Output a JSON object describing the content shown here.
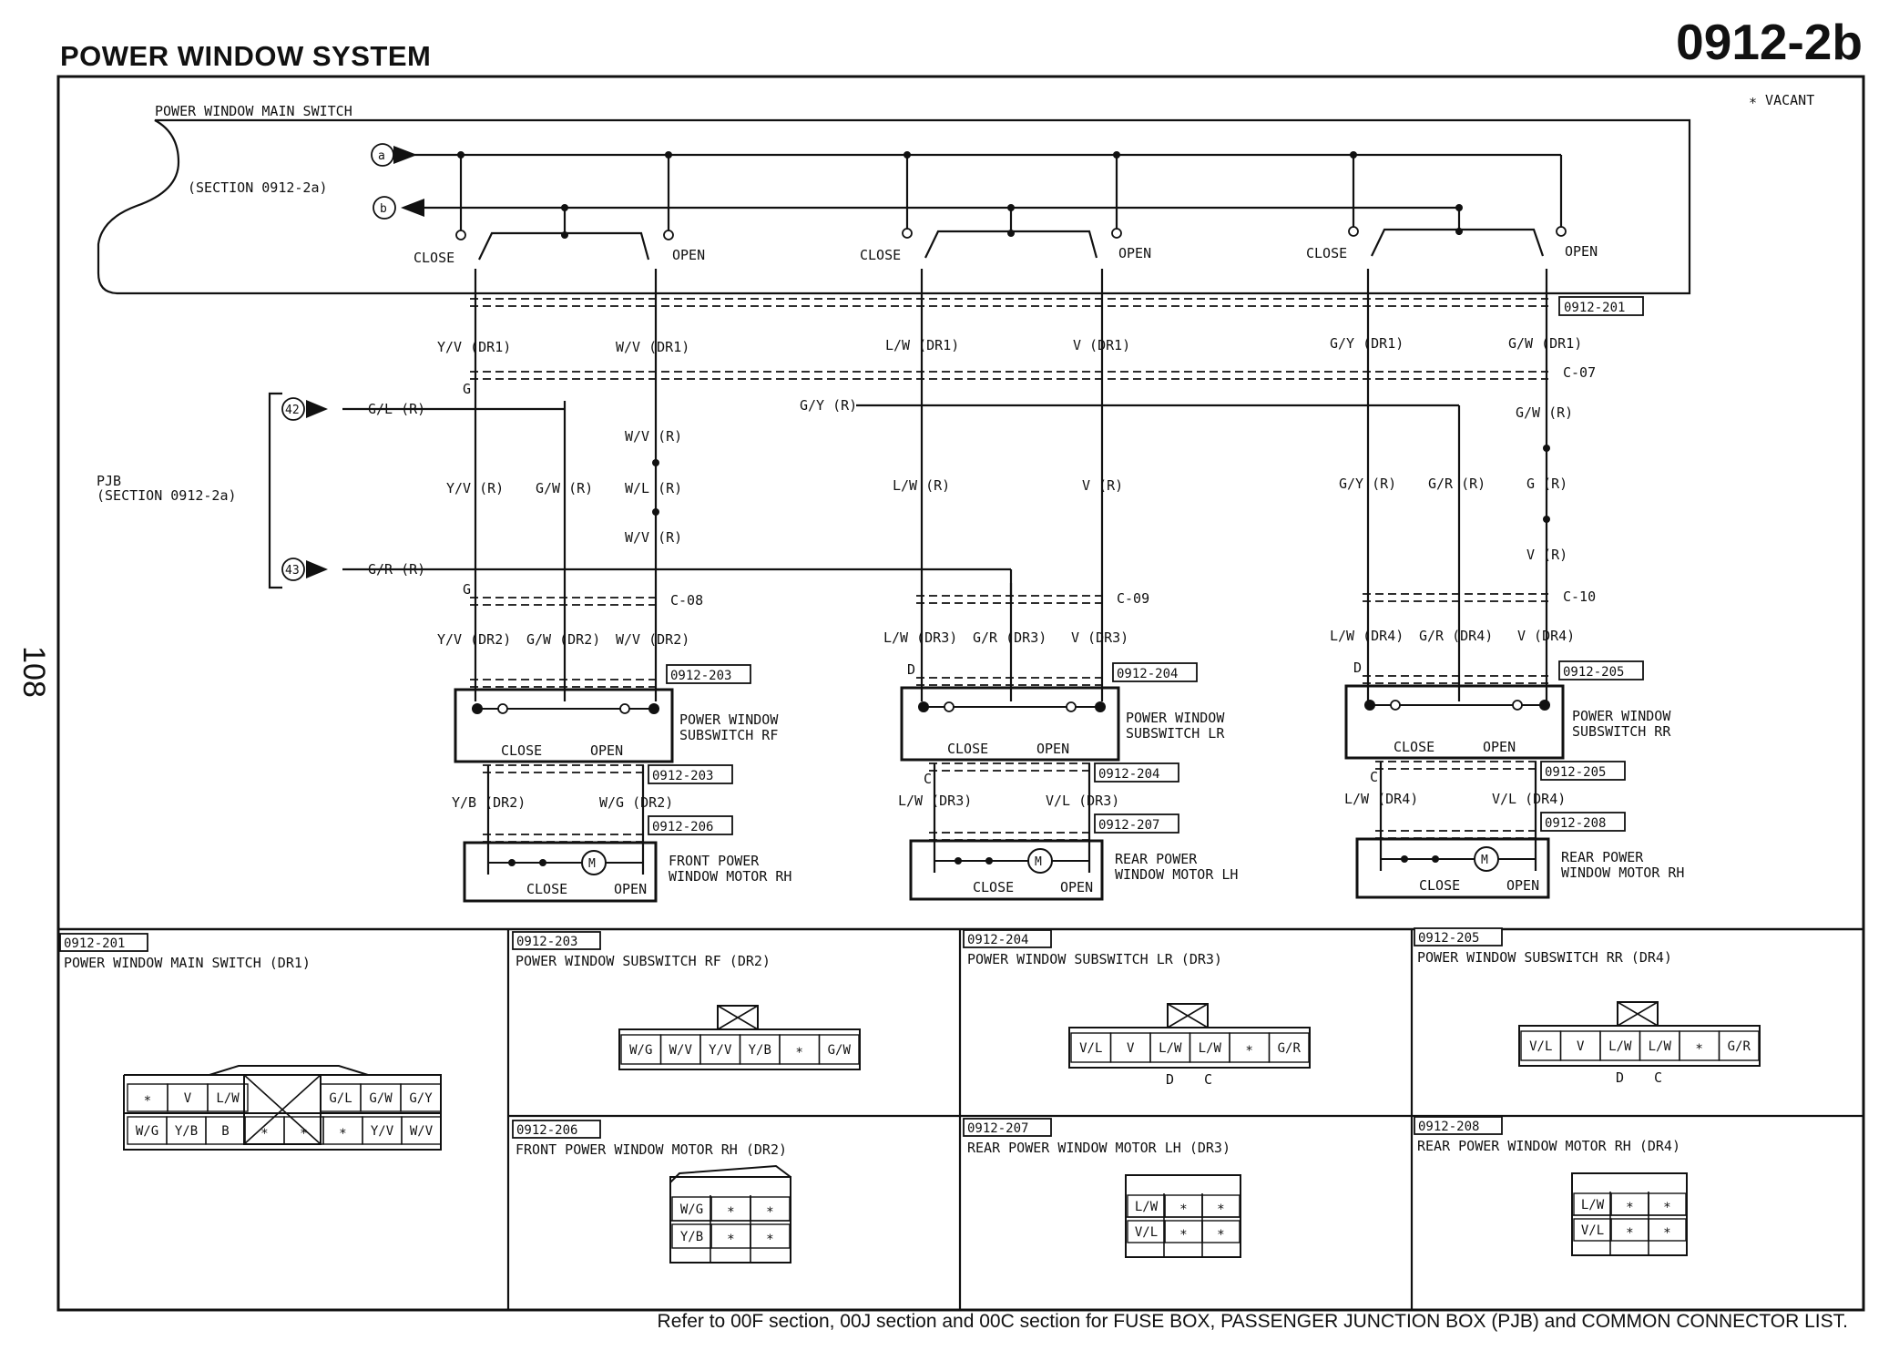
{
  "header": {
    "title": "POWER WINDOW SYSTEM",
    "code": "0912-2b"
  },
  "page_number": "108",
  "note_vacant": "∗ VACANT",
  "main_switch": {
    "title": "POWER WINDOW MAIN SWITCH",
    "section_ref": "(SECTION 0912-2a)",
    "terminal_a": "a",
    "terminal_b": "b",
    "close": "CLOSE",
    "open": "OPEN",
    "connector": "0912-201"
  },
  "pjb": {
    "label": "PJB",
    "section": "(SECTION 0912-2a)",
    "pin_42": "42",
    "pin_43": "43",
    "wire_42": "G/L (R)",
    "wire_43": "G/R (R)"
  },
  "connectors": {
    "c07": "C-07",
    "c08": "C-08",
    "c09": "C-09",
    "c10": "C-10",
    "g": "G",
    "d": "D",
    "c": "C"
  },
  "wires": {
    "rf_top_close": "Y/V (DR1)",
    "rf_top_open": "W/V (DR1)",
    "lr_top_close": "L/W (DR1)",
    "lr_top_open": "V (DR1)",
    "rr_top_close": "G/Y (DR1)",
    "rr_top_open": "G/W (DR1)",
    "rf_mid_1": "Y/V (R)",
    "rf_mid_2": "G/W (R)",
    "rf_mid_3a": "W/V (R)",
    "rf_mid_3b": "W/L (R)",
    "rf_mid_3c": "W/V (R)",
    "lr_mid_1": "L/W (R)",
    "lr_mid_2": "V (R)",
    "lr_gy": "G/Y (R)",
    "rr_mid_1": "G/Y (R)",
    "rr_mid_2": "G/R (R)",
    "rr_mid_3": "G (R)",
    "rr_gw": "G/W (R)",
    "rr_v": "V (R)",
    "rf_low_1": "Y/V (DR2)",
    "rf_low_2": "G/W (DR2)",
    "rf_low_3": "W/V (DR2)",
    "lr_low_1": "L/W (DR3)",
    "lr_low_2": "G/R (DR3)",
    "lr_low_3": "V (DR3)",
    "rr_low_1": "L/W (DR4)",
    "rr_low_2": "G/R (DR4)",
    "rr_low_3": "V (DR4)",
    "rf_mot_1": "Y/B (DR2)",
    "rf_mot_2": "W/G (DR2)",
    "lr_mot_1": "L/W (DR3)",
    "lr_mot_2": "V/L (DR3)",
    "rr_mot_1": "L/W (DR4)",
    "rr_mot_2": "V/L (DR4)"
  },
  "subswitches": [
    {
      "name_1": "POWER WINDOW",
      "name_2": "SUBSWITCH RF",
      "close": "CLOSE",
      "open": "OPEN",
      "conn": "0912-203"
    },
    {
      "name_1": "POWER WINDOW",
      "name_2": "SUBSWITCH LR",
      "close": "CLOSE",
      "open": "OPEN",
      "conn": "0912-204"
    },
    {
      "name_1": "POWER WINDOW",
      "name_2": "SUBSWITCH RR",
      "close": "CLOSE",
      "open": "OPEN",
      "conn": "0912-205"
    }
  ],
  "motors": [
    {
      "name_1": "FRONT POWER",
      "name_2": "WINDOW MOTOR RH",
      "m": "M",
      "close": "CLOSE",
      "open": "OPEN",
      "conn": "0912-206"
    },
    {
      "name_1": "REAR POWER",
      "name_2": "WINDOW MOTOR LH",
      "m": "M",
      "close": "CLOSE",
      "open": "OPEN",
      "conn": "0912-207"
    },
    {
      "name_1": "REAR POWER",
      "name_2": "WINDOW MOTOR RH",
      "m": "M",
      "close": "CLOSE",
      "open": "OPEN",
      "conn": "0912-208"
    }
  ],
  "connector_panels": {
    "p201": {
      "id": "0912-201",
      "title": "POWER WINDOW MAIN SWITCH (DR1)",
      "row1": [
        "∗",
        "V",
        "L/W",
        "",
        "G/L",
        "G/W",
        "G/Y"
      ],
      "row2": [
        "W/G",
        "Y/B",
        "B",
        "∗",
        "∗",
        "∗",
        "Y/V",
        "W/V"
      ]
    },
    "p203": {
      "id": "0912-203",
      "title": "POWER WINDOW SUBSWITCH RF (DR2)",
      "row": [
        "W/G",
        "W/V",
        "Y/V",
        "Y/B",
        "∗",
        "G/W"
      ]
    },
    "p204": {
      "id": "0912-204",
      "title": "POWER WINDOW SUBSWITCH LR (DR3)",
      "row": [
        "V/L",
        "V",
        "L/W",
        "L/W",
        "∗",
        "G/R"
      ],
      "sub_d": "D",
      "sub_c": "C"
    },
    "p205": {
      "id": "0912-205",
      "title": "POWER WINDOW SUBSWITCH RR (DR4)",
      "row": [
        "V/L",
        "V",
        "L/W",
        "L/W",
        "∗",
        "G/R"
      ],
      "sub_d": "D",
      "sub_c": "C"
    },
    "p206": {
      "id": "0912-206",
      "title": "FRONT POWER WINDOW MOTOR RH (DR2)",
      "row1": [
        "W/G",
        "∗",
        "∗"
      ],
      "row2": [
        "Y/B",
        "∗",
        "∗"
      ]
    },
    "p207": {
      "id": "0912-207",
      "title": "REAR POWER WINDOW MOTOR LH (DR3)",
      "row1": [
        "L/W",
        "∗",
        "∗"
      ],
      "row2": [
        "V/L",
        "∗",
        "∗"
      ]
    },
    "p208": {
      "id": "0912-208",
      "title": "REAR POWER WINDOW MOTOR RH (DR4)",
      "row1": [
        "L/W",
        "∗",
        "∗"
      ],
      "row2": [
        "V/L",
        "∗",
        "∗"
      ]
    }
  },
  "footer": "Refer to 00F section, 00J section and 00C section for FUSE BOX, PASSENGER JUNCTION BOX (PJB) and COMMON CONNECTOR LIST."
}
